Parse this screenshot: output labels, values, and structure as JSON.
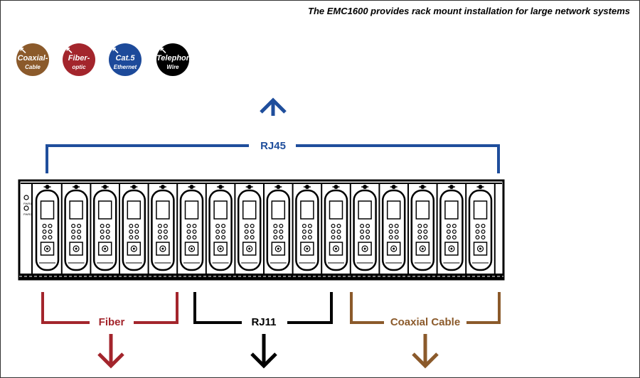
{
  "caption": "The EMC1600 provides rack mount installation for large network systems",
  "badges": [
    {
      "line1": "Coaxial-",
      "line2": "Cable",
      "color": "#8b5a2b"
    },
    {
      "line1": "Fiber-",
      "line2": "optic",
      "color": "#a3252c"
    },
    {
      "line1": "Cat.5",
      "line2": "Ethernet",
      "color": "#1d4a9a"
    },
    {
      "line1": "Telephone",
      "line2": "Wire",
      "color": "#000000"
    }
  ],
  "labels": {
    "rj45": "RJ45",
    "fiber": "Fiber",
    "rj11": "RJ11",
    "coax": "Coaxial Cable"
  },
  "colors": {
    "rj45": "#1f4e9c",
    "fiber": "#a3252c",
    "rj11": "#000000",
    "coax": "#8b5a2b"
  },
  "chassis": {
    "led_labels": [
      "PWR1",
      "PWR2"
    ],
    "slot_count": 16
  }
}
